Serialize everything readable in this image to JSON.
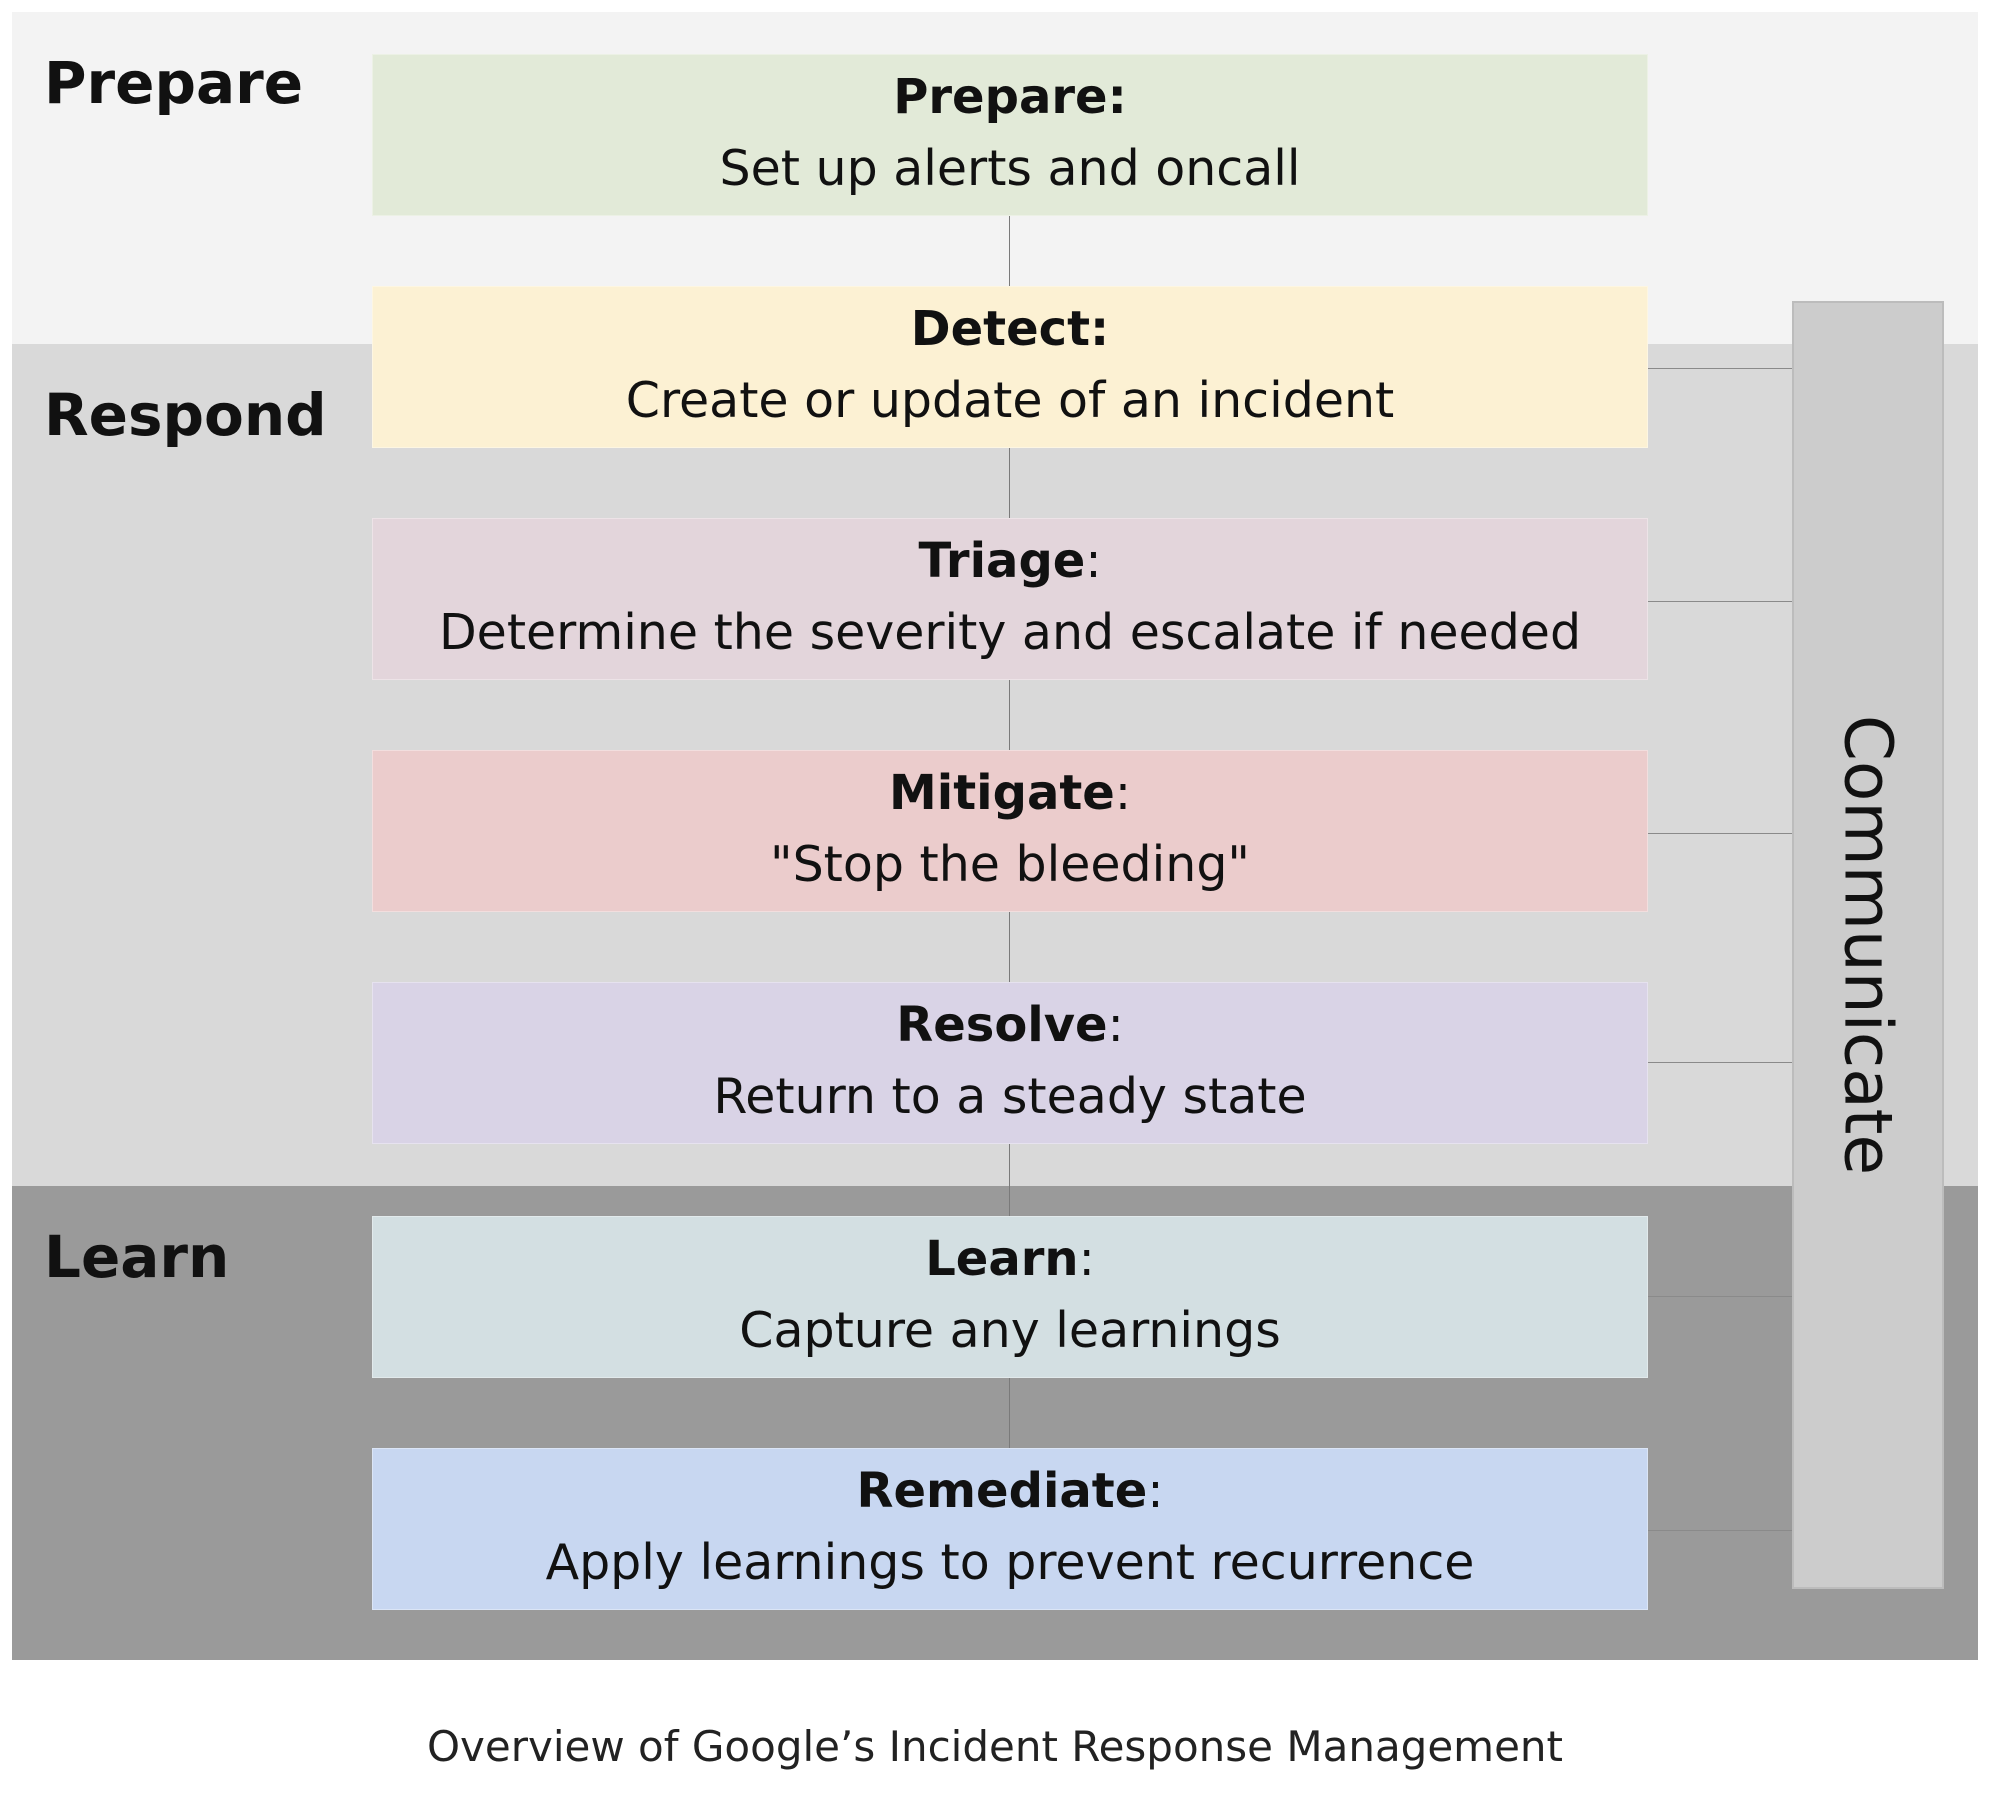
{
  "phases": {
    "prepare": "Prepare",
    "respond": "Respond",
    "learn": "Learn"
  },
  "steps": [
    {
      "name": "Prepare",
      "colon": ":",
      "description": "Set up alerts and oncall",
      "color": "#e2ead8"
    },
    {
      "name": "Detect",
      "colon": ":",
      "description": "Create or update of an incident",
      "color": "#fcf1d3"
    },
    {
      "name": "Triage",
      "colon": ":",
      "description": "Determine the severity and escalate if needed",
      "color": "#e3d5db"
    },
    {
      "name": "Mitigate",
      "colon": ":",
      "description": "\"Stop the bleeding\"",
      "color": "#ebcccc"
    },
    {
      "name": "Resolve",
      "colon": ":",
      "description": "Return to a steady state",
      "color": "#d9d3e6"
    },
    {
      "name": "Learn",
      "colon": ":",
      "description": "Capture any learnings",
      "color": "#d3dfe2"
    },
    {
      "name": "Remediate",
      "colon": ":",
      "description": "Apply learnings to prevent recurrence",
      "color": "#c8d7f1"
    }
  ],
  "communicate": "Communicate",
  "caption": "Overview of Google’s Incident Response Management",
  "colors": {
    "prepare_band": "#f3f3f3",
    "respond_band": "#d9d9d9",
    "learn_band": "#9a9a9a",
    "communicate_bar": "#cccccc"
  }
}
